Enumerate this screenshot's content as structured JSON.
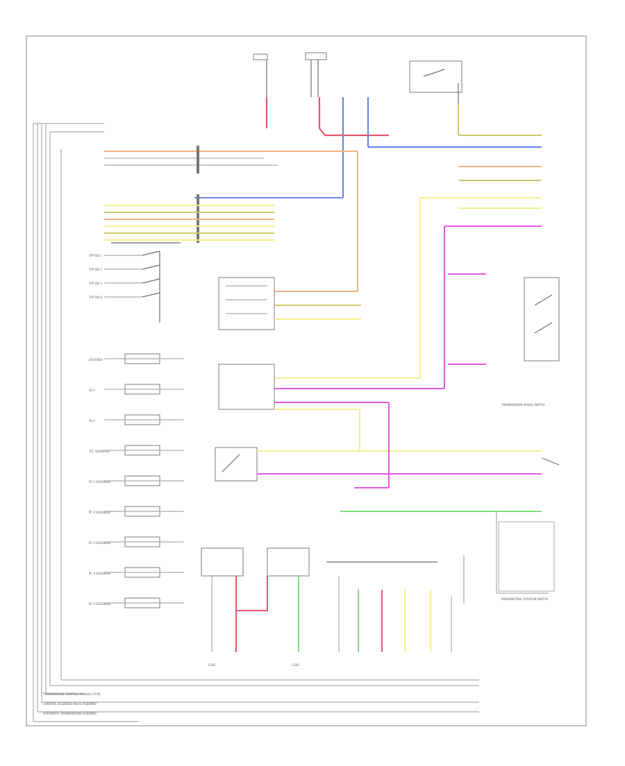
{
  "diagram": {
    "title_footer": "",
    "colors": {
      "orange": "#f0b483",
      "red": "#e8536a",
      "blue": "#6b86e8",
      "yellow": "#f3ef8c",
      "magenta": "#e857e8",
      "green": "#7fdc7f",
      "olive": "#c9c96a",
      "gray": "#aaaaaa"
    },
    "labels": {
      "bottom_1": "TRANSMISSION CONTROL MODULE (TCM)",
      "bottom_2": "CONTROL SOLENOID VALVE ASSEMBLY",
      "bottom_3": "AUTOMATIC TRANSMISSION ASSEMBLY",
      "left_solenoid_block": [
        "TFP SW 1",
        "TFP SW 2",
        "TFP SW 3",
        "TFP SW 4",
        "LOCK/REV",
        "SS 1",
        "SS 2",
        "TCC SOLENOID",
        "PC 1 SOLENOID",
        "PC 2 SOLENOID",
        "PC 3 SOLENOID",
        "PC 4 SOLENOID",
        "PC 5 SOLENOID"
      ],
      "right_bottom": "PARK/NEUTRAL POSITION SWITCH",
      "right_mid": "TRANSMISSION RANGE SWITCH",
      "bottom_ground_1": "G301",
      "bottom_ground_2": "G302"
    }
  }
}
